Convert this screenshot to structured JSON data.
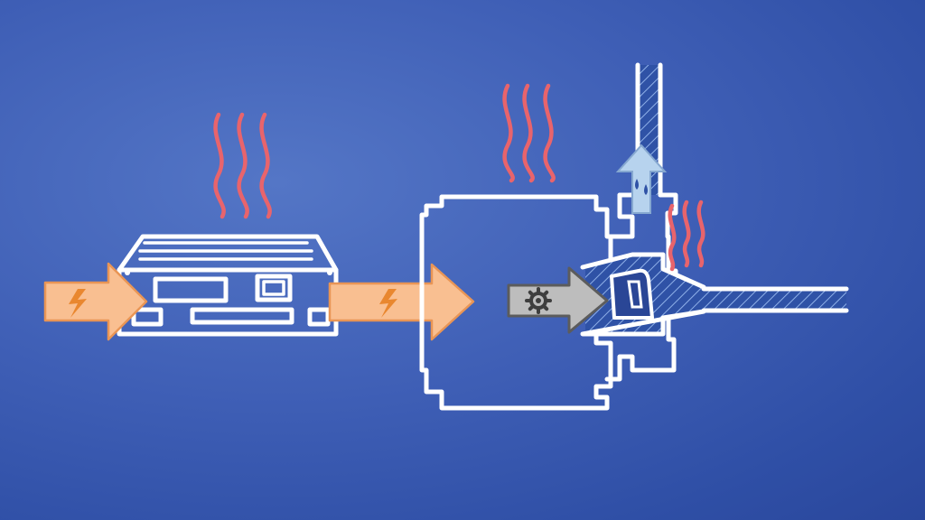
{
  "diagram": {
    "background_color": "#3f5fb6",
    "line_color": "#ffffff",
    "colors": {
      "electric_arrow": "#f9bf91",
      "mechanical_arrow": "#bdbdbd",
      "heat_waves": "#e8646c",
      "water_arrow": "#b7d3ee",
      "pump_fill": "#2f52a6"
    },
    "components": [
      {
        "id": "power-supply",
        "role": "drive / inverter box"
      },
      {
        "id": "motor",
        "role": "electric motor housing"
      },
      {
        "id": "pump",
        "role": "pump volute with shaft and outlet pipe"
      }
    ],
    "flows": [
      {
        "id": "electric-input-arrow",
        "icon": "lightning-icon"
      },
      {
        "id": "electric-transfer-arrow",
        "icon": "lightning-icon"
      },
      {
        "id": "mechanical-arrow",
        "icon": "gear-icon"
      },
      {
        "id": "water-arrow",
        "icon": "water-drops-icon"
      }
    ],
    "heat_loss_icons": [
      "heat-waves-power-supply",
      "heat-waves-motor",
      "heat-waves-pump"
    ]
  }
}
